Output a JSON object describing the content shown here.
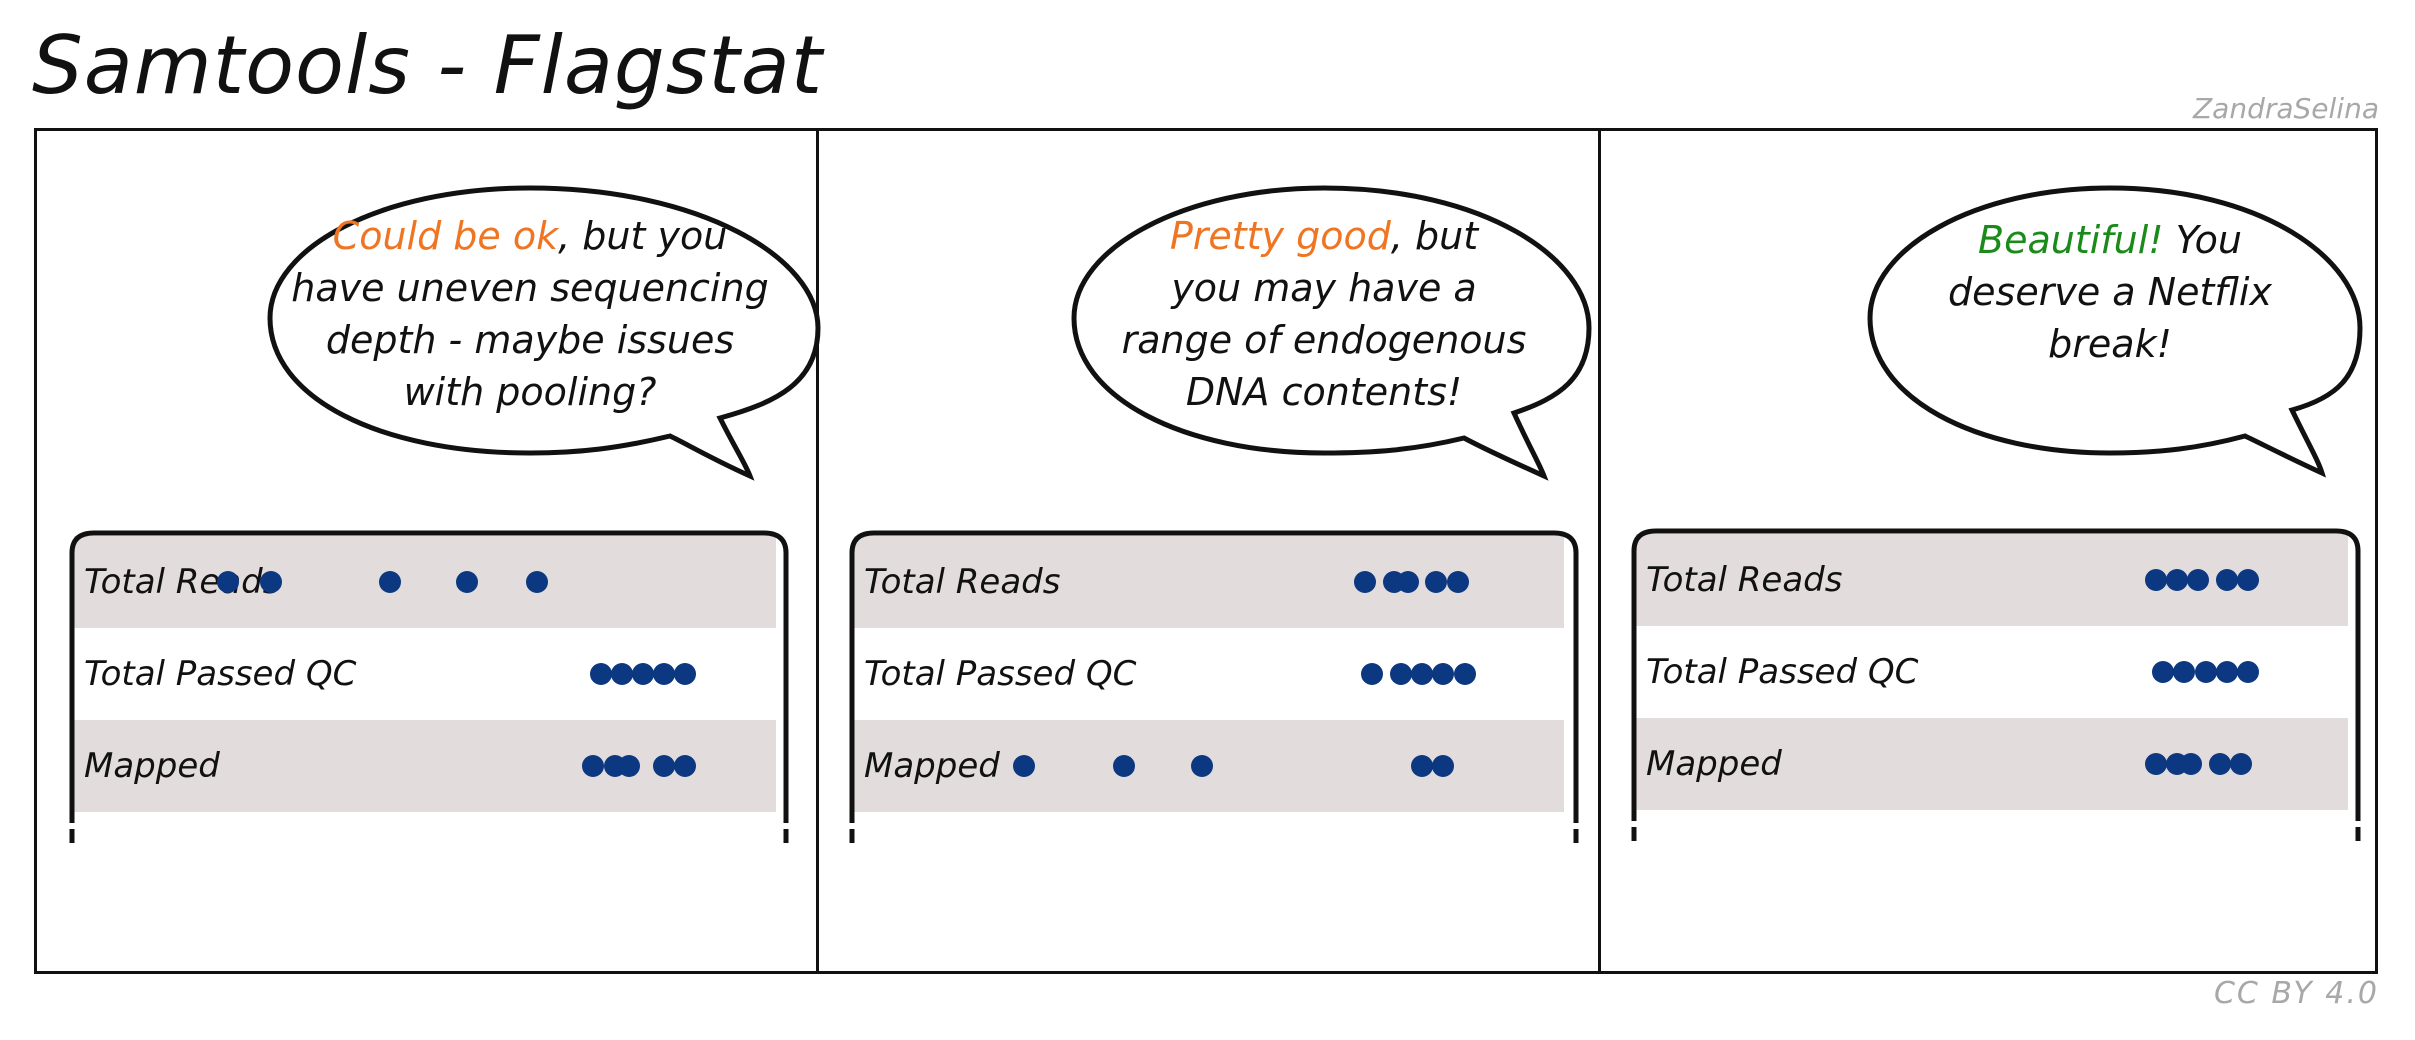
{
  "title": "Samtools - Flagstat",
  "author": "ZandraSelina",
  "license": "CC BY 4.0",
  "colors": {
    "dot": "#0b3880",
    "row_shade": "#e2dcdd",
    "highlight_warn": "#f07522",
    "highlight_good": "#1a8a1a"
  },
  "panels": [
    {
      "bubble": {
        "highlight": "Could be ok",
        "highlight_color": "#f07522",
        "lines": [
          ", but you",
          "have uneven sequencing",
          "depth - maybe issues",
          "with pooling?"
        ]
      },
      "rows": [
        {
          "label": "Total Reads",
          "dots": [
            0.22,
            0.28,
            0.45,
            0.56,
            0.66
          ]
        },
        {
          "label": "Total Passed QC",
          "dots": [
            0.75,
            0.78,
            0.81,
            0.84,
            0.87
          ]
        },
        {
          "label": "Mapped",
          "dots": [
            0.74,
            0.77,
            0.79,
            0.84,
            0.87
          ]
        }
      ]
    },
    {
      "bubble": {
        "highlight": "Pretty good",
        "highlight_color": "#f07522",
        "lines": [
          ", but",
          "you may have a",
          "range of endogenous",
          "DNA contents!"
        ]
      },
      "rows": [
        {
          "label": "Total Reads",
          "dots": [
            0.72,
            0.76,
            0.78,
            0.82,
            0.85
          ]
        },
        {
          "label": "Total Passed QC",
          "dots": [
            0.73,
            0.77,
            0.8,
            0.83,
            0.86
          ]
        },
        {
          "label": "Mapped",
          "dots": [
            0.24,
            0.38,
            0.49,
            0.8,
            0.83
          ]
        }
      ]
    },
    {
      "bubble": {
        "highlight": "Beautiful!",
        "highlight_color": "#1a8a1a",
        "lines": [
          " You",
          "deserve a Netflix",
          "break!"
        ]
      },
      "rows": [
        {
          "label": "Total Reads",
          "dots": [
            0.73,
            0.76,
            0.79,
            0.83,
            0.86
          ]
        },
        {
          "label": "Total Passed QC",
          "dots": [
            0.74,
            0.77,
            0.8,
            0.83,
            0.86
          ]
        },
        {
          "label": "Mapped",
          "dots": [
            0.73,
            0.76,
            0.78,
            0.82,
            0.85
          ]
        }
      ]
    }
  ]
}
